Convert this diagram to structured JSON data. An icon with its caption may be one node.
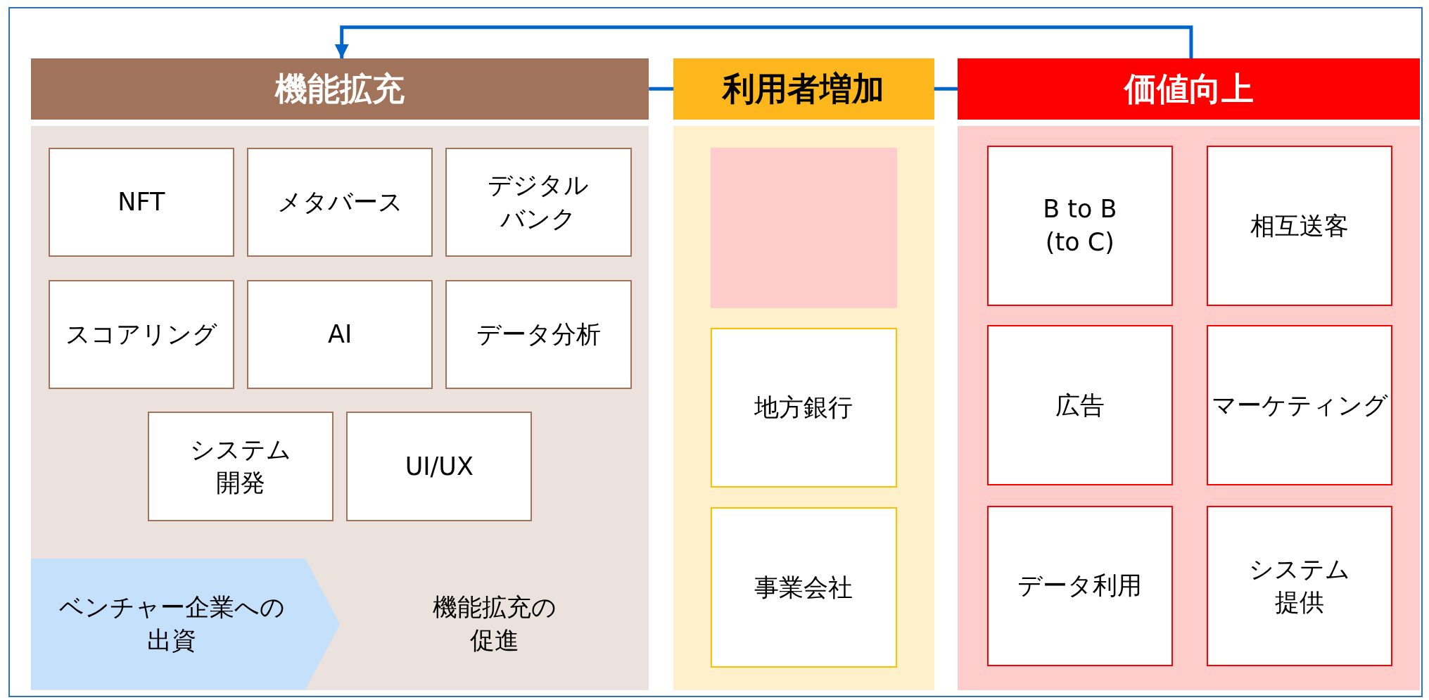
{
  "diagram": {
    "nodes": [
      {
        "text": [
          "機能拡充"
        ]
      },
      {
        "text": [
          "利用者増加"
        ]
      },
      {
        "text": [
          "価値向上"
        ]
      },
      {
        "text": [
          "機能拡充の促進"
        ]
      },
      {
        "text": [
          "NFT"
        ],
        "in": 3
      },
      {
        "text": [
          "メタバース"
        ],
        "in": 3
      },
      {
        "text": [
          "デジタルバンク"
        ],
        "in": 3
      },
      {
        "text": [
          "スコアリング"
        ],
        "in": 3
      },
      {
        "text": [
          "AI"
        ],
        "in": 3
      },
      {
        "text": [
          "データ分析"
        ],
        "in": 3
      },
      {
        "text": [
          "システム開発"
        ],
        "in": 3
      },
      {
        "text": [
          "UI/UX"
        ],
        "in": 3
      },
      {
        "text": [
          "ベンチャー企業への出資"
        ],
        "in": 3
      },
      {
        "text": [],
        "shape": "box"
      },
      {
        "text": [],
        "shape": "box",
        "in": 13
      },
      {
        "text": [
          "地方銀行"
        ],
        "in": 13
      },
      {
        "text": [
          "事業会社"
        ],
        "in": 13
      },
      {
        "text": [],
        "shape": "box"
      },
      {
        "text": [
          "B to B (to C)"
        ],
        "in": 17
      },
      {
        "text": [
          "相互送客"
        ],
        "in": 17
      },
      {
        "text": [
          "広告"
        ],
        "in": 17
      },
      {
        "text": [
          "マーケティング"
        ],
        "in": 17
      },
      {
        "text": [
          "データ利用"
        ],
        "in": 17
      },
      {
        "text": [
          "システム提供"
        ],
        "in": 17
      }
    ],
    "edges": [
      {
        "from": 0,
        "to": 1,
        "arrow": "none"
      },
      {
        "from": 1,
        "to": 2,
        "arrow": "none"
      },
      {
        "from": 2,
        "to": 0,
        "arrow": "to"
      }
    ]
  }
}
